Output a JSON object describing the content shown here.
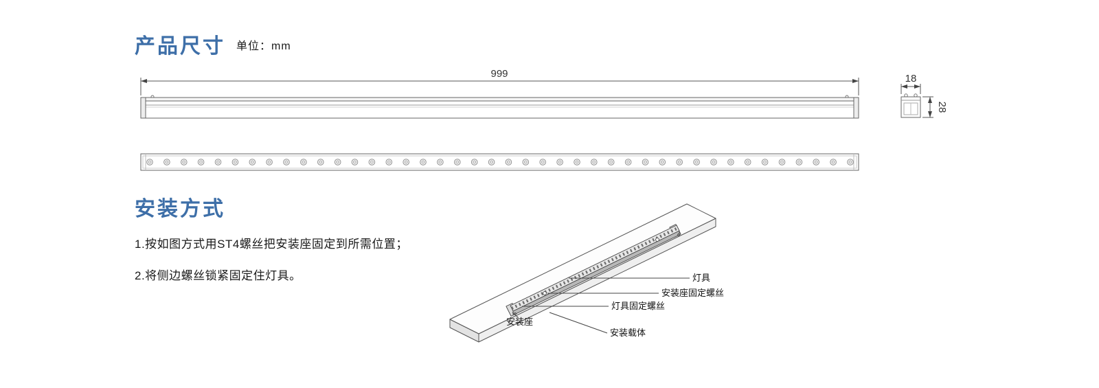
{
  "dimensions_section": {
    "title": "产品尺寸",
    "unit_label": "单位：mm",
    "dims": {
      "length": "999",
      "width": "18",
      "height": "28"
    },
    "led_count": 42
  },
  "installation_section": {
    "title": "安装方式",
    "steps": [
      "1.按如图方式用ST4螺丝把安装座固定到所需位置；",
      "2.将侧边螺丝锁紧固定住灯具。"
    ],
    "callouts": {
      "fixture": "灯具",
      "bracket_screw": "安装座固定螺丝",
      "fixture_screw": "灯具固定螺丝",
      "bracket": "安装座",
      "carrier": "安装载体"
    }
  },
  "colors": {
    "heading_blue": "#3e6fa8",
    "drawing_line": "#555555"
  }
}
